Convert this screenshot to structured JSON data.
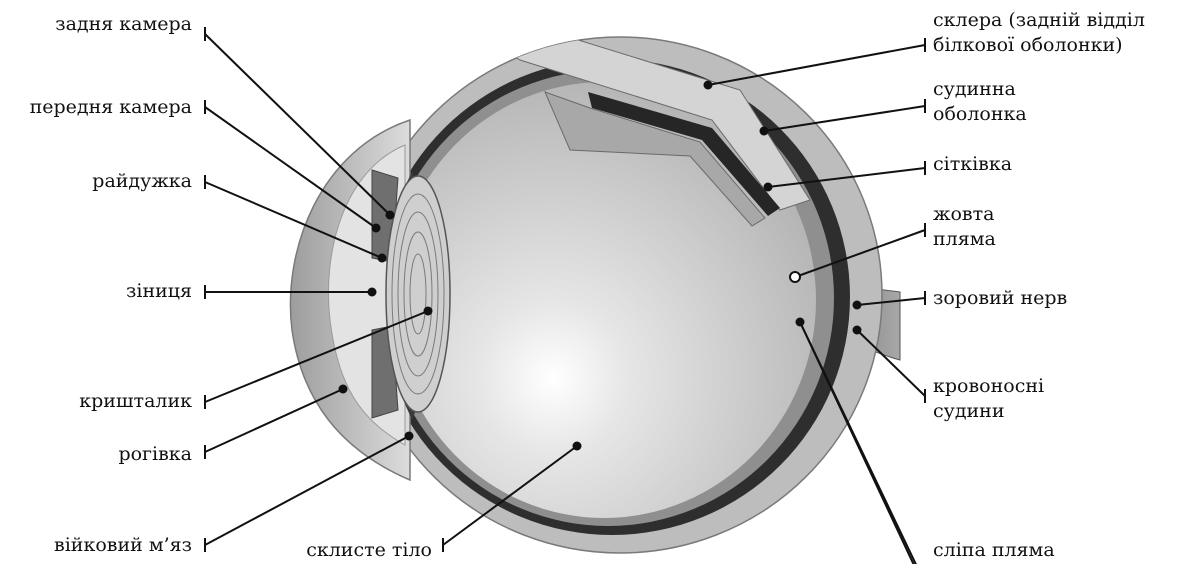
{
  "colors": {
    "ink": "#111111",
    "sclera": "#b8b8b8",
    "sclera_inner": "#cfcfcf",
    "choroid": "#2a2a2a",
    "retina": "#8a8a8a",
    "vitreous": "#d6d6d6",
    "lens": "#c9c9c9"
  },
  "labels": {
    "posterior_chamber": "задня камера",
    "anterior_chamber": "передня камера",
    "iris": "райдужка",
    "pupil": "зіниця",
    "lens": "кришталик",
    "cornea": "рогівка",
    "ciliary_muscle": "війковий м’яз",
    "vitreous_body": "склисте тіло",
    "sclera_line1": "склера (задній відділ",
    "sclera_line2": "білкової оболонки)",
    "choroid_line1": "судинна",
    "choroid_line2": "оболонка",
    "retina": "сітківка",
    "macula_line1": "жовта",
    "macula_line2": "пляма",
    "optic_nerve": "зоровий нерв",
    "blood_vessels_line1": "кровоносні",
    "blood_vessels_line2": "судини",
    "blind_spot": "сліпа пляма"
  }
}
